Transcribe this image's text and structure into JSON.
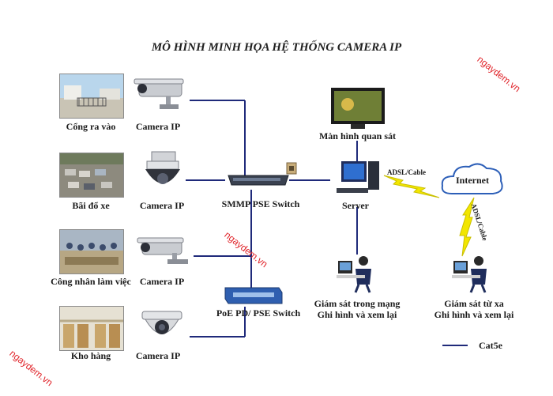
{
  "title": "MÔ HÌNH MINH HỌA HỆ THỐNG CAMERA IP",
  "watermark": "ngaydem.vn",
  "locations": [
    {
      "label": "Cổng ra vào"
    },
    {
      "label": "Bãi đổ xe"
    },
    {
      "label": "Công nhân làm việc"
    },
    {
      "label": "Kho hàng"
    }
  ],
  "cameras": [
    {
      "label": "Camera IP",
      "icon": "bullet-camera-icon"
    },
    {
      "label": "Camera IP",
      "icon": "ptz-dome-camera-icon"
    },
    {
      "label": "Camera IP",
      "icon": "bullet-camera-icon"
    },
    {
      "label": "Camera IP",
      "icon": "dome-camera-icon"
    }
  ],
  "switches": {
    "smmp": "SMMP PSE Switch",
    "poe": "PoE PD/ PSE Switch"
  },
  "monitor": "Màn hình quan sát",
  "server": "Server",
  "adsl_label": "ADSL/Cable",
  "adsl_label_2": "ADSL/Cable",
  "internet": "Internet",
  "local_monitor": [
    "Giám sát trong mạng",
    "Ghi hình và xem lại"
  ],
  "remote_monitor": [
    "Giám sát từ xa",
    "Ghi hình và xem lại"
  ],
  "legend": {
    "label": "Cat5e"
  },
  "colors": {
    "cable": "#1f2a7a",
    "lightning": "#f2e600",
    "watermark": "#e0252b"
  }
}
